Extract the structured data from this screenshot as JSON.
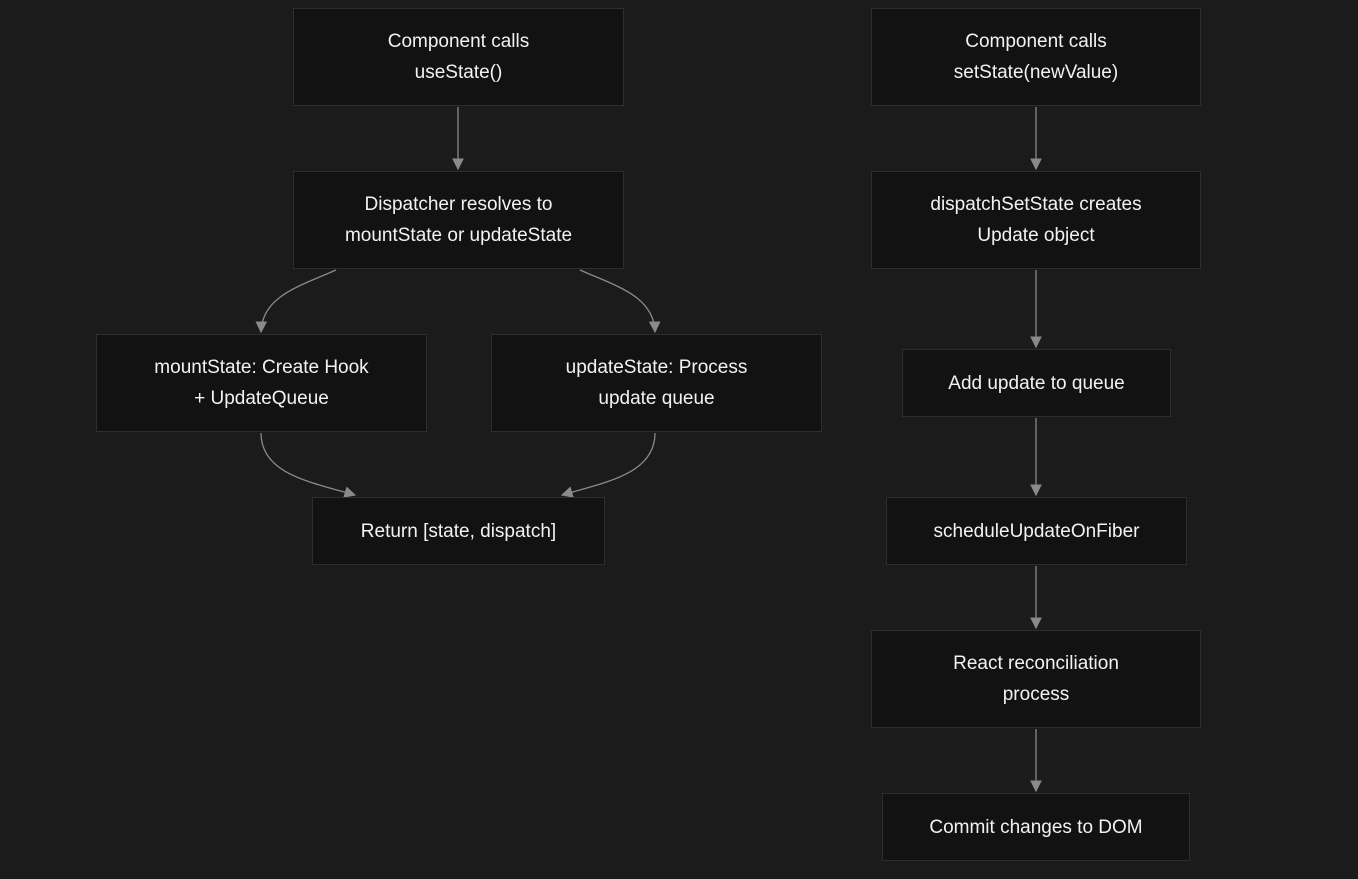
{
  "diagram": {
    "nodes": [
      {
        "id": "use-state",
        "lines": [
          "Component calls",
          "useState()"
        ]
      },
      {
        "id": "dispatcher",
        "lines": [
          "Dispatcher resolves to",
          "mountState or updateState"
        ]
      },
      {
        "id": "mount-state",
        "lines": [
          "mountState: Create Hook",
          "+ UpdateQueue"
        ]
      },
      {
        "id": "update-state",
        "lines": [
          "updateState: Process",
          "update queue"
        ]
      },
      {
        "id": "return",
        "lines": [
          "Return [state, dispatch]"
        ]
      },
      {
        "id": "set-state",
        "lines": [
          "Component calls",
          "setState(newValue)"
        ]
      },
      {
        "id": "dispatch-set",
        "lines": [
          "dispatchSetState creates",
          "Update object"
        ]
      },
      {
        "id": "add-update",
        "lines": [
          "Add update to queue"
        ]
      },
      {
        "id": "schedule",
        "lines": [
          "scheduleUpdateOnFiber"
        ]
      },
      {
        "id": "reconcile",
        "lines": [
          "React reconciliation",
          "process"
        ]
      },
      {
        "id": "commit",
        "lines": [
          "Commit changes to DOM"
        ]
      }
    ],
    "edges": [
      {
        "from": "use-state",
        "to": "dispatcher"
      },
      {
        "from": "dispatcher",
        "to": "mount-state"
      },
      {
        "from": "dispatcher",
        "to": "update-state"
      },
      {
        "from": "mount-state",
        "to": "return"
      },
      {
        "from": "update-state",
        "to": "return"
      },
      {
        "from": "set-state",
        "to": "dispatch-set"
      },
      {
        "from": "dispatch-set",
        "to": "add-update"
      },
      {
        "from": "add-update",
        "to": "schedule"
      },
      {
        "from": "schedule",
        "to": "reconcile"
      },
      {
        "from": "reconcile",
        "to": "commit"
      }
    ],
    "colors": {
      "background": "#1b1b1b",
      "node_fill": "#121212",
      "node_border": "#2e2e2e",
      "text": "#f2f2f2",
      "edge": "#8a8a8a"
    }
  }
}
